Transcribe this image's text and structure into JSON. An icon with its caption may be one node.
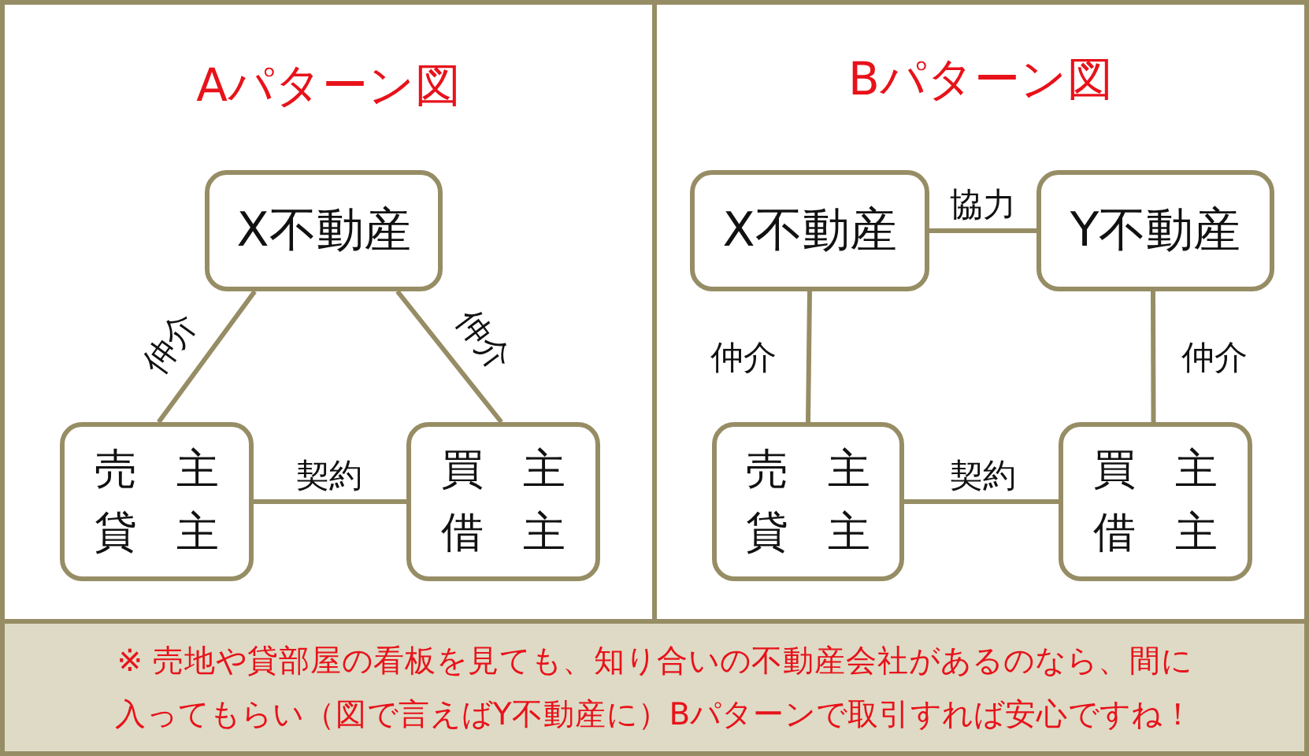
{
  "diagram": {
    "nodes": [
      {
        "text": [
          "Aパターン図"
        ]
      },
      {
        "text": [
          "X不動産"
        ],
        "in": 0
      },
      {
        "text": [
          "売主",
          "貸主"
        ],
        "in": 0
      },
      {
        "text": [
          "買主",
          "借主"
        ],
        "in": 0
      },
      {
        "text": [
          "Bパターン図"
        ]
      },
      {
        "text": [
          "X不動産"
        ],
        "in": 4
      },
      {
        "text": [
          "Y不動産"
        ],
        "in": 4
      },
      {
        "text": [
          "売主",
          "貸主"
        ],
        "in": 4
      },
      {
        "text": [
          "買主",
          "借主"
        ],
        "in": 4
      },
      {
        "text": [
          "※ 売地や貸部屋の看板を見ても、知り合いの不動産会社があるのなら、間に入ってもらい（図で言えばY不動産に）Bパターンで取引すれば安心ですね！"
        ]
      }
    ],
    "edges": [
      {
        "from": 1,
        "to": 2,
        "arrow": "none",
        "label": "仲介"
      },
      {
        "from": 1,
        "to": 3,
        "arrow": "none",
        "label": "仲介"
      },
      {
        "from": 2,
        "to": 3,
        "arrow": "none",
        "label": "契約"
      },
      {
        "from": 5,
        "to": 6,
        "arrow": "none",
        "label": "協力"
      },
      {
        "from": 5,
        "to": 7,
        "arrow": "none",
        "label": "仲介"
      },
      {
        "from": 6,
        "to": 8,
        "arrow": "none",
        "label": "仲介"
      },
      {
        "from": 7,
        "to": 8,
        "arrow": "none",
        "label": "契約"
      }
    ]
  }
}
